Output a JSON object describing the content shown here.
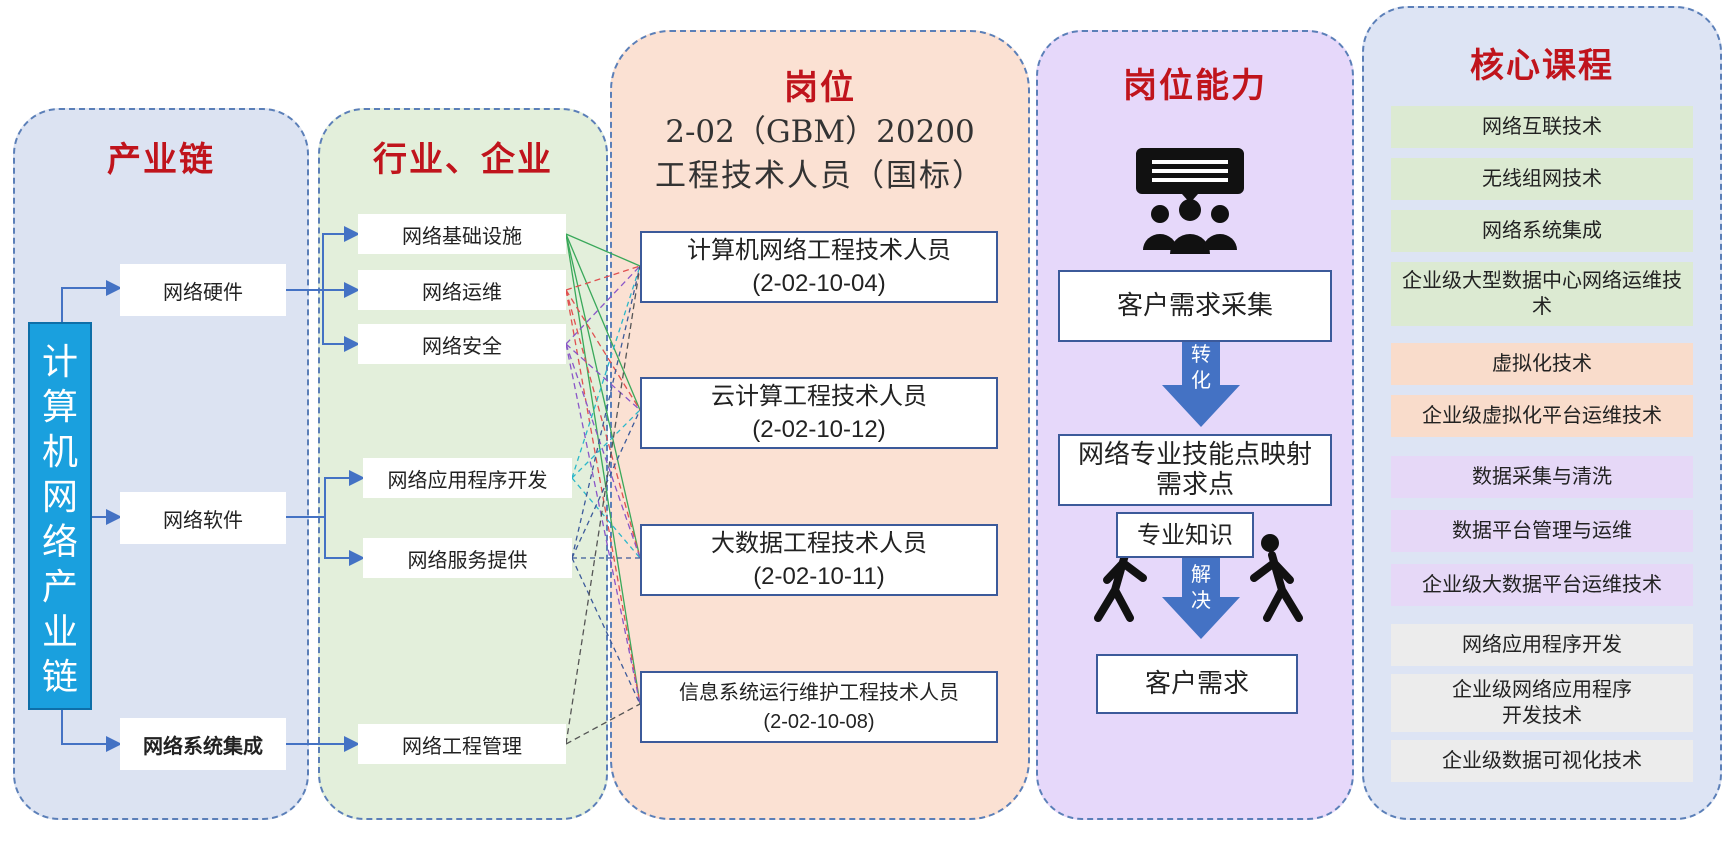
{
  "panels": {
    "chain": {
      "title": "产业链"
    },
    "industry": {
      "title": "行业、企业"
    },
    "jobs": {
      "title": "岗位",
      "subtitle1": "2-02（GBM）20200",
      "subtitle2": "工程技术人员（国标）"
    },
    "ability": {
      "title": "岗位能力"
    },
    "courses": {
      "title": "核心课程"
    }
  },
  "chain": {
    "root": "计算机网络产业链",
    "nodes": [
      "网络硬件",
      "网络软件",
      "网络系统集成"
    ]
  },
  "industry": {
    "items": [
      "网络基础设施",
      "网络运维",
      "网络安全",
      "网络应用程序开发",
      "网络服务提供",
      "网络工程管理"
    ]
  },
  "jobs": [
    {
      "name": "计算机网络工程技术人员",
      "code": "(2-02-10-04)"
    },
    {
      "name": "云计算工程技术人员",
      "code": "(2-02-10-12)"
    },
    {
      "name": "大数据工程技术人员",
      "code": "(2-02-10-11)"
    },
    {
      "name": "信息系统运行维护工程技术人员",
      "code": "(2-02-10-08)"
    }
  ],
  "ability": {
    "step1": "客户需求采集",
    "arrow1": "转化",
    "step2": "网络专业技能点映射需求点",
    "knowledge": "专业知识",
    "arrow2": "解决",
    "step3": "客户需求",
    "icons": [
      "meeting-icon",
      "walking-person-icon"
    ]
  },
  "courses": [
    {
      "label": "网络互联技术",
      "group": "green"
    },
    {
      "label": "无线组网技术",
      "group": "green"
    },
    {
      "label": "网络系统集成",
      "group": "green"
    },
    {
      "label": "企业级大型数据中心网络运维技术",
      "group": "green"
    },
    {
      "label": "虚拟化技术",
      "group": "orange"
    },
    {
      "label": "企业级虚拟化平台运维技术",
      "group": "orange"
    },
    {
      "label": "数据采集与清洗",
      "group": "purple"
    },
    {
      "label": "数据平台管理与运维",
      "group": "purple"
    },
    {
      "label": "企业级大数据平台运维技术",
      "group": "purple"
    },
    {
      "label": "网络应用程序开发",
      "group": "gray"
    },
    {
      "label": "企业级网络应用程序开发技术",
      "group": "gray"
    },
    {
      "label": "企业级数据可视化技术",
      "group": "gray"
    }
  ],
  "colors": {
    "title_red": "#c0141c",
    "chain_bg": "#dce3f2",
    "industry_bg": "#e3efdb",
    "jobs_bg": "#fbe1d3",
    "ability_bg": "#e6d8fa",
    "courses_bg": "#dde4f4",
    "root_blue": "#1aa0de",
    "arrow_blue": "#4472c4"
  }
}
